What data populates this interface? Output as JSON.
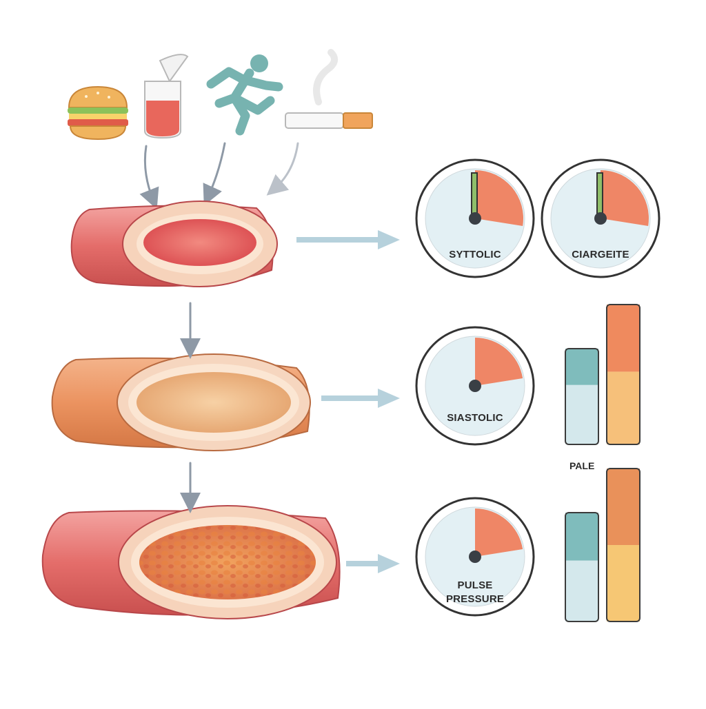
{
  "risk_factors": [
    {
      "icon": "burger-icon"
    },
    {
      "icon": "alcohol-glass-icon"
    },
    {
      "icon": "running-person-icon"
    },
    {
      "icon": "cigarette-icon"
    }
  ],
  "arteries": [
    {
      "stage": "healthy",
      "color": "#e06a66"
    },
    {
      "stage": "thickened",
      "color": "#e9935c"
    },
    {
      "stage": "plaque",
      "color": "#e06a66"
    }
  ],
  "gauges": [
    {
      "label": "SYTTOLIC",
      "fill_fraction": 0.55
    },
    {
      "label": "CIARGEITE",
      "fill_fraction": 0.55
    },
    {
      "label": "SIASTOLIC",
      "fill_fraction": 0.45
    },
    {
      "label_line1": "PULSE",
      "label_line2": "PRESSURE",
      "fill_fraction": 0.45
    }
  ],
  "bar_groups": [
    {
      "bars": [
        {
          "color_top": "#7fbcbc",
          "color_bottom": "#d4e8ec",
          "level": 0.62
        },
        {
          "color_top": "#ef8a5e",
          "color_bottom": "#f6c07a",
          "level": 0.52
        }
      ]
    },
    {
      "bars": [
        {
          "color_top": "#7fbcbc",
          "color_bottom": "#d4e8ec",
          "level": 0.56
        },
        {
          "color_top": "#e9915a",
          "color_bottom": "#f6c774",
          "level": 0.5
        }
      ]
    }
  ],
  "side_label": "PALE",
  "colors": {
    "accent_orange": "#ef7a56",
    "gauge_face": "#e3f0f4",
    "arrow_gray": "#8e99a6",
    "arrow_blue": "#9fc3d2"
  }
}
